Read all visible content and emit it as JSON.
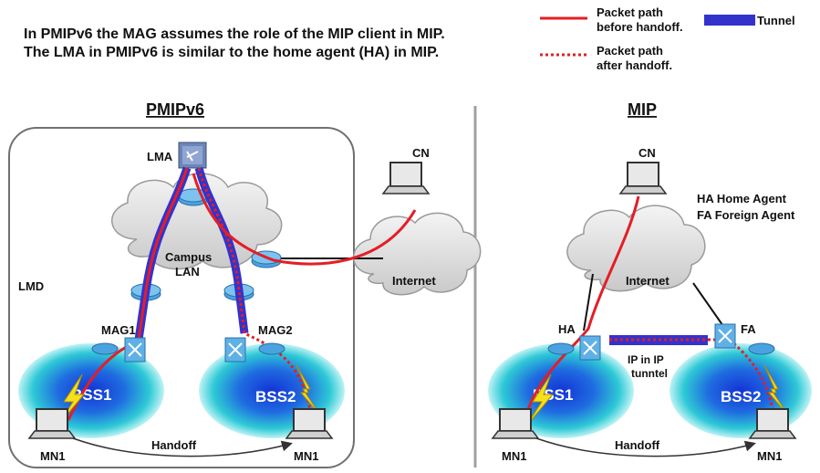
{
  "header": {
    "line1": "In PMIPv6 the MAG assumes the role of the MIP client in MIP.",
    "line2": "The LMA in PMIPv6 is similar to the home agent (HA) in MIP."
  },
  "legend": {
    "solid_line1": "Packet path",
    "solid_line2": "before handoff.",
    "dotted_line1": "Packet path",
    "dotted_line2": "after handoff.",
    "tunnel": "Tunnel"
  },
  "pmip": {
    "title": "PMIPv6",
    "lma": "LMA",
    "cn": "CN",
    "campus1": "Campus",
    "campus2": "LAN",
    "internet": "Internet",
    "lmd": "LMD",
    "mag1": "MAG1",
    "mag2": "MAG2",
    "bss1": "BSS1",
    "bss2": "BSS2",
    "mn_left": "MN1",
    "mn_right": "MN1",
    "handoff": "Handoff"
  },
  "mip": {
    "title": "MIP",
    "cn": "CN",
    "ha_def": "HA Home Agent",
    "fa_def": "FA Foreign Agent",
    "internet": "Internet",
    "ha": "HA",
    "fa": "FA",
    "ipip1": "IP in IP",
    "ipip2": "tunntel",
    "bss1": "BSS1",
    "bss2": "BSS2",
    "mn_left": "MN1",
    "mn_right": "MN1",
    "handoff": "Handoff"
  },
  "colors": {
    "packet_path": "#e41e26",
    "tunnel": "#3333cc",
    "bss_fill": "#1a4fd6",
    "bss_glow": "#2ec9d6",
    "cloud": "#dcdcdc"
  }
}
